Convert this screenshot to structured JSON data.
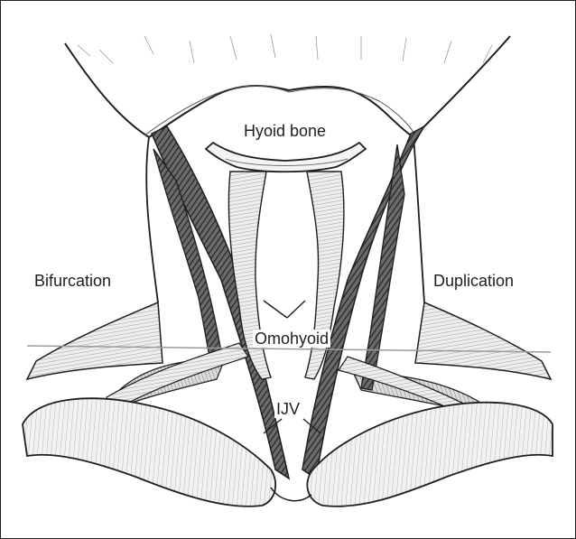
{
  "labels": {
    "hyoid": "Hyoid bone",
    "bifurcation": "Bifurcation",
    "duplication": "Duplication",
    "omohyoid": "Omohyoid",
    "ijv": "IJV"
  },
  "colors": {
    "ink": "#1e1e1e",
    "hatch": "#3a3a3a",
    "fill_dark": "#5a5a5a",
    "fill_mid": "#b5b5b5",
    "fill_light": "#e2e2e2",
    "reference_line": "#9a9a9a"
  }
}
